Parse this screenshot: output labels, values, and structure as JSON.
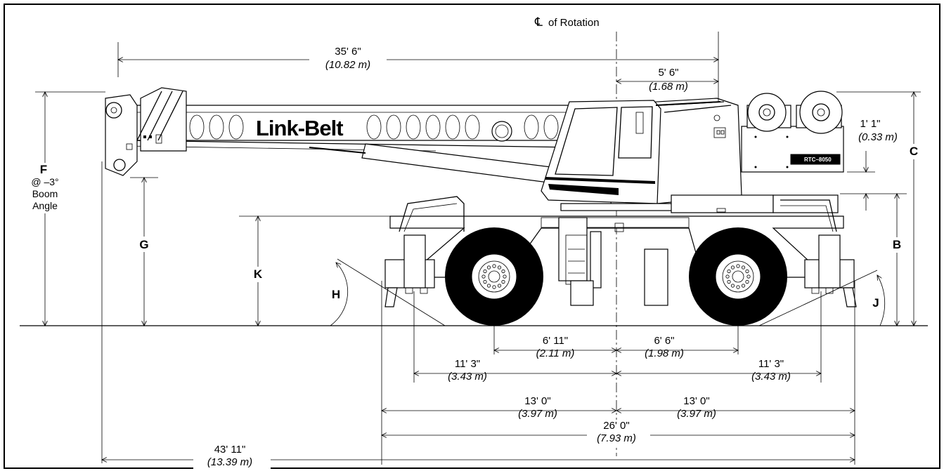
{
  "centerline": {
    "symbol": "℄",
    "label": "of Rotation"
  },
  "brand_logo": "Link-Belt",
  "model_badge": "RTC–8050",
  "dimensions": {
    "overall_boom": {
      "imperial": "35' 6\"",
      "metric": "(10.82 m)"
    },
    "boom_rear": {
      "imperial": "5' 6\"",
      "metric": "(1.68 m)"
    },
    "cab_offset": {
      "imperial": "1' 1\"",
      "metric": "(0.33 m)"
    },
    "wheel_front": {
      "imperial": "6' 11\"",
      "metric": "(2.11 m)"
    },
    "wheel_rear": {
      "imperial": "6' 6\"",
      "metric": "(1.98 m)"
    },
    "outrigger_front": {
      "imperial": "11' 3\"",
      "metric": "(3.43 m)"
    },
    "outrigger_rear": {
      "imperial": "11' 3\"",
      "metric": "(3.43 m)"
    },
    "carrier_front": {
      "imperial": "13' 0\"",
      "metric": "(3.97 m)"
    },
    "carrier_rear": {
      "imperial": "13' 0\"",
      "metric": "(3.97 m)"
    },
    "carrier_total": {
      "imperial": "26' 0\"",
      "metric": "(7.93 m)"
    },
    "overall_length": {
      "imperial": "43' 11\"",
      "metric": "(13.39 m)"
    }
  },
  "letters": {
    "F": "F",
    "F_note_1": "@ –3°",
    "F_note_2": "Boom",
    "F_note_3": "Angle",
    "G": "G",
    "K": "K",
    "H": "H",
    "J": "J",
    "B": "B",
    "C": "C"
  }
}
